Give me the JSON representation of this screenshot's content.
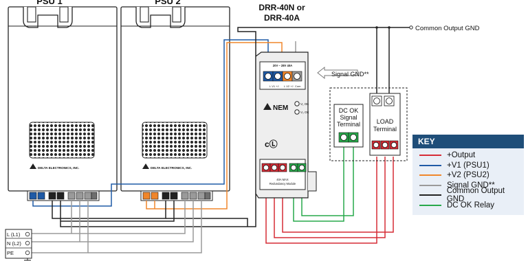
{
  "psu1": {
    "title": "PSU 1",
    "brand": "DELTA ELECTRONICS, INC."
  },
  "psu2": {
    "title": "PSU 2",
    "brand": "DELTA ELECTRONICS, INC."
  },
  "module": {
    "title_line1": "DRR-40N or",
    "title_line2": "DRR-40A",
    "brand": "NEM",
    "led1": "V₁ OK",
    "led2": "V₂ OK",
    "top_label": "20V – 28V 40A",
    "bottom_label_1": "40A MAX",
    "bottom_label_2": "Redundancy Module"
  },
  "labels": {
    "common_gnd": "Common Output GND",
    "signal_gnd_arrow": "Signal GND**",
    "dcok_terminal": [
      "DC OK",
      "Signal",
      "Terminal"
    ],
    "load_terminal": [
      "LOAD",
      "Terminal"
    ]
  },
  "mains": {
    "rows": [
      "L (L1)",
      "N (L2)",
      "PE"
    ]
  },
  "key": {
    "title": "KEY",
    "items": [
      {
        "label": "+Output",
        "color": "#d62b35"
      },
      {
        "label": "+V1 (PSU1)",
        "color": "#1f5aa6"
      },
      {
        "label": "+V2 (PSU2)",
        "color": "#f0862b"
      },
      {
        "label": "Signal GND**",
        "color": "#9a9a9a"
      },
      {
        "label": "Common Output GND",
        "color": "#222222"
      },
      {
        "label": "DC OK Relay",
        "color": "#27a84a"
      }
    ]
  }
}
